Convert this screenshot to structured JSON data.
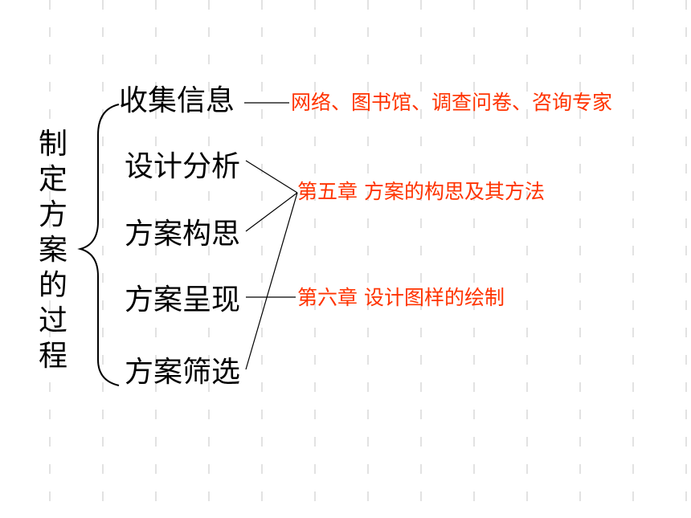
{
  "root_label": [
    "制",
    "定",
    "方",
    "案",
    "的",
    "过",
    "程"
  ],
  "steps": [
    {
      "label": "收集信息"
    },
    {
      "label": "设计分析"
    },
    {
      "label": "方案构思"
    },
    {
      "label": "方案呈现"
    },
    {
      "label": "方案筛选"
    }
  ],
  "notes": [
    {
      "text": "网络、图书馆、调查问卷、咨询专家"
    },
    {
      "text": "第五章 方案的构思及其方法"
    },
    {
      "text": "第六章 设计图样的绘制"
    }
  ],
  "colors": {
    "text": "#000000",
    "note": "#ff3300",
    "grid": "#d9d9d9",
    "line": "#000000"
  }
}
